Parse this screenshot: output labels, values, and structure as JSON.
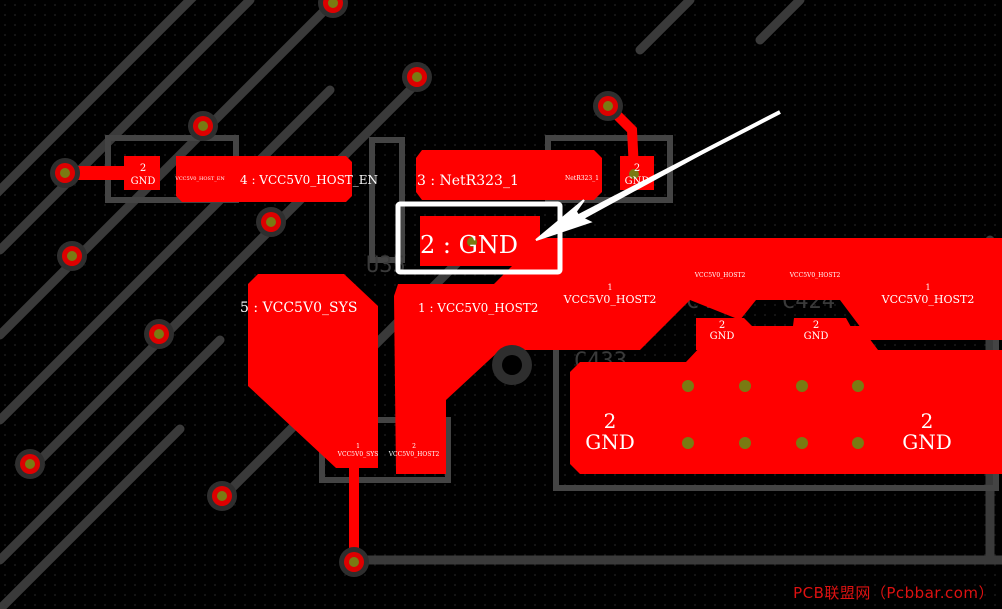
{
  "pcb": {
    "pads": {
      "pin4_label": "4 : VCC5V0_HOST_EN",
      "pin3_label": "3 : NetR323_1",
      "pin2_label": "2 : GND",
      "pin5_label": "5 : VCC5V0_SYS",
      "pin1_label": "1 : VCC5V0_HOST2",
      "small_left_num": "2",
      "small_left_net": "GND",
      "small_right_num": "2",
      "small_right_net": "GND",
      "tiny_left": "VCC5V0_HOST_EN",
      "tiny_right": "NetR323_1",
      "c423_num": "2",
      "c423_net": "GND",
      "c424_num": "2",
      "c424_net": "GND",
      "host2_left_num": "1",
      "host2_left_net": "VCC5V0_HOST2",
      "host2_right_num": "1",
      "host2_right_net": "VCC5V0_HOST2",
      "host2_tiny_1": "VCC5V0_HOST2",
      "host2_tiny_2": "VCC5V0_HOST2",
      "bottom_sys_num": "1",
      "bottom_sys_net": "VCC5V0_SYS",
      "bottom_host_num": "2",
      "bottom_host_net": "VCC5V0_HOST2",
      "big_left_num": "2",
      "big_left_net": "GND",
      "big_right_num": "2",
      "big_right_net": "GND"
    },
    "silkscreen": {
      "u_ref": "U35",
      "c423": "C423",
      "c424": "C424",
      "c433": "C433"
    },
    "colors": {
      "copper": "#ff0000",
      "highlight": "#ffffff",
      "via_ring": "#cc0000",
      "via_center": "#7a7a12",
      "track": "#3a3a3a"
    }
  },
  "watermark": "PCB联盟网（Pcbbar.com）"
}
